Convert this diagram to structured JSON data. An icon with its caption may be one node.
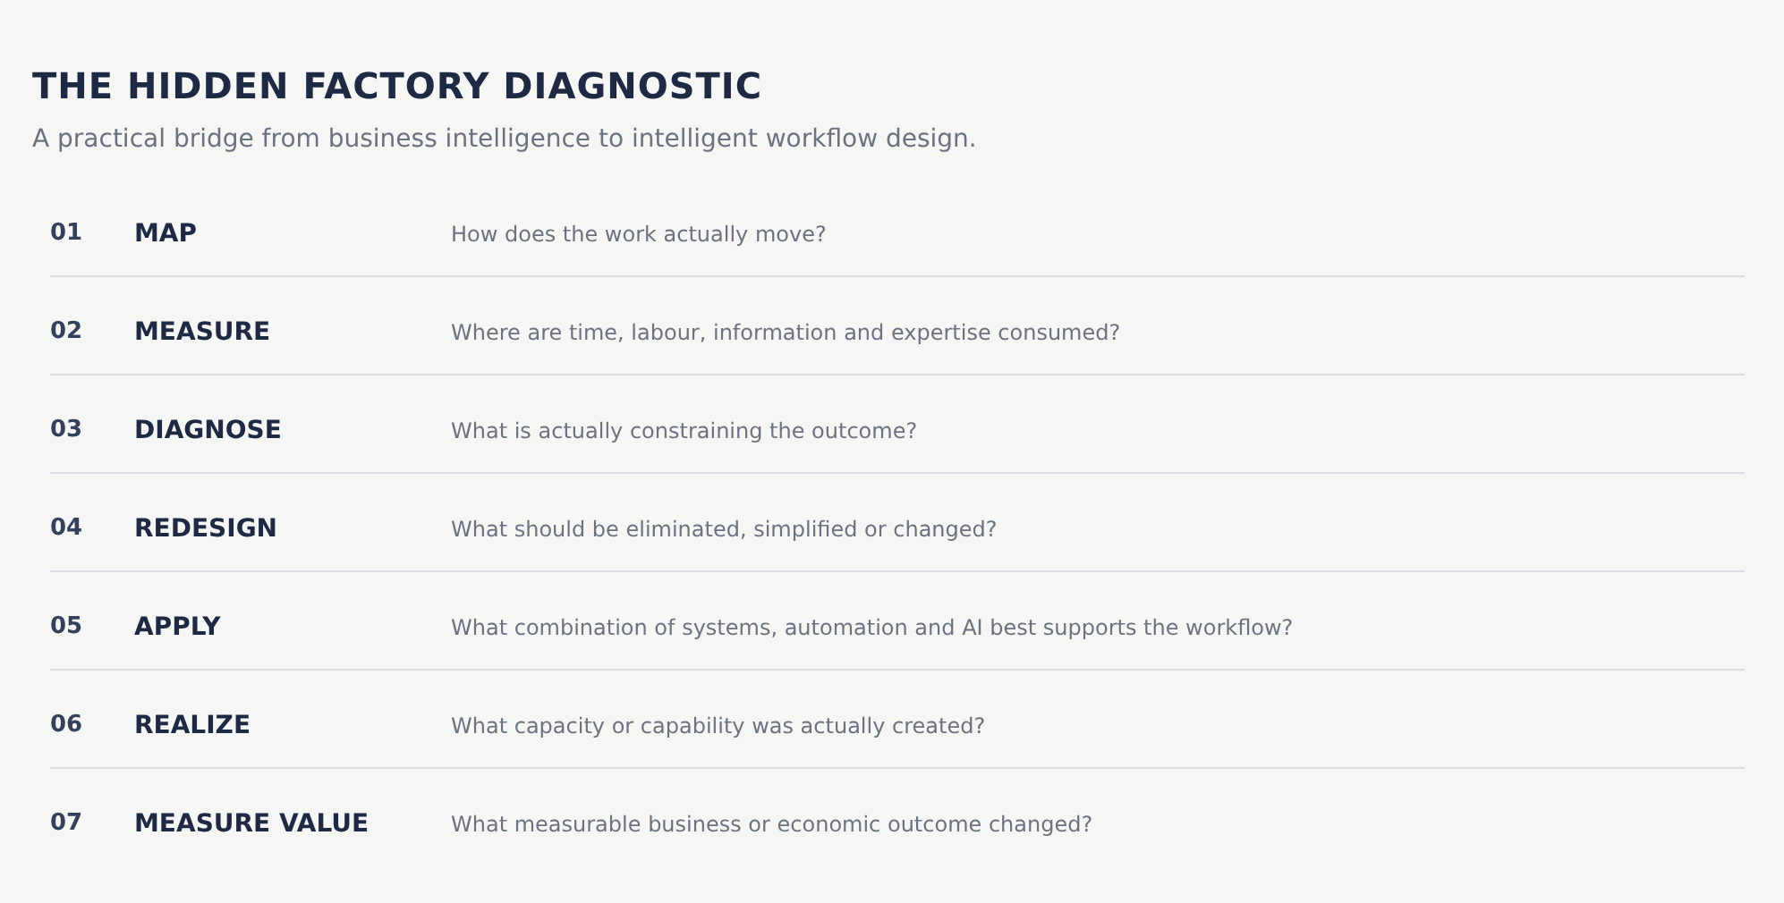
{
  "diagram": {
    "title": "THE HIDDEN FACTORY DIAGNOSTIC",
    "labels": [
      "A practical bridge from business intelligence to intelligent workflow design.",
      "01",
      "MAP",
      "How does the work actually move?",
      "02",
      "MEASURE",
      "Where are time, labour, information and expertise consumed?",
      "03",
      "DIAGNOSE",
      "What is actually constraining the outcome?",
      "04",
      "REDESIGN",
      "What should be eliminated, simplified or changed?",
      "05",
      "APPLY",
      "What combination of systems, automation and AI best supports the workflow?",
      "06",
      "REALIZE",
      "What capacity or capability was actually created?",
      "07",
      "MEASURE VALUE",
      "What measurable business or economic outcome changed?"
    ]
  }
}
